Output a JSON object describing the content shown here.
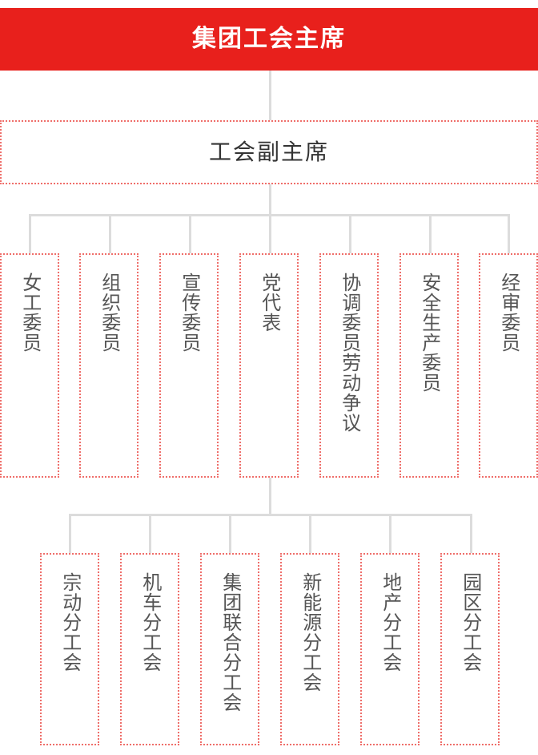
{
  "chart_title": "集团工会主席",
  "colors": {
    "banner_bg": "#e8201c",
    "banner_text": "#ffffff",
    "node_border": "#ef6e6a",
    "connector": "#dcdcdc",
    "level2_text": "#333333",
    "leaf_text": "#555555"
  },
  "level1": {
    "label": "集团工会主席"
  },
  "level2": {
    "label": "工会副主席"
  },
  "level3": {
    "nodes": [
      {
        "label": "女工委员"
      },
      {
        "label": "组织委员"
      },
      {
        "label": "宣传委员"
      },
      {
        "label": "党代表"
      },
      {
        "label": "协调委员劳动争议"
      },
      {
        "label": "安全生产委员"
      },
      {
        "label": "经审委员"
      }
    ]
  },
  "level4": {
    "nodes": [
      {
        "label": "宗动分工会"
      },
      {
        "label": "机车分工会"
      },
      {
        "label": "集团联合分工会"
      },
      {
        "label": "新能源分工会"
      },
      {
        "label": "地产分工会"
      },
      {
        "label": "园区分工会"
      }
    ]
  }
}
